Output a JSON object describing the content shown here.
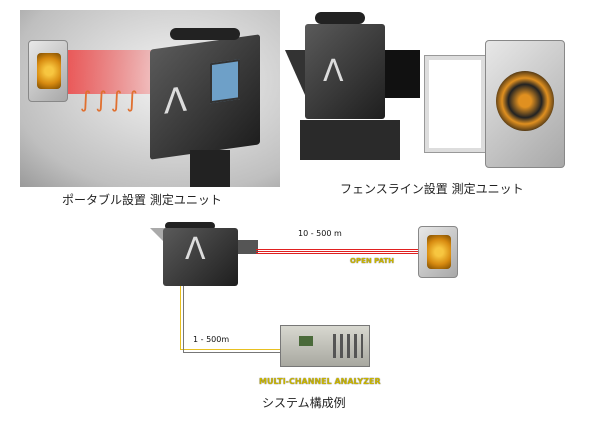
{
  "captions": {
    "portable": "ポータブル設置 測定ユニット",
    "fenceline": "フェンスライン設置 測定ユニット",
    "system": "システム構成例"
  },
  "diagram": {
    "open_path_distance": "10 - 500 m",
    "open_path_label": "OPEN PATH",
    "cable_distance": "1 - 500m",
    "analyzer_label": "MULTI-CHANNEL ANALYZER"
  },
  "colors": {
    "beam": "#e02020",
    "cable_yellow": "#e8c020",
    "label_yellow": "#c8b400"
  }
}
